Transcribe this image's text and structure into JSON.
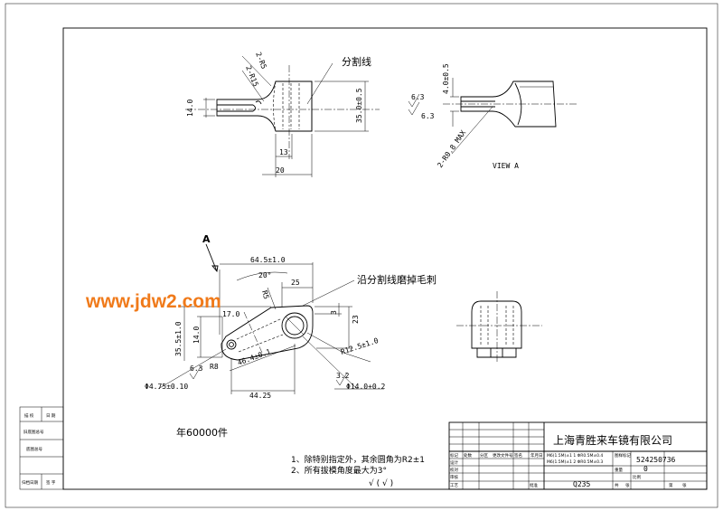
{
  "company": "上海青胜来车镜有限公司",
  "drawing_number": "524250736",
  "material": "Q235",
  "quantity_note": "年60000件",
  "scale_value": "0",
  "watermark": "www.jdw2.com",
  "notes": [
    "1、除特别指定外，其余圆角为R2±1",
    "2、所有拔模角度最大为3°"
  ],
  "surface_symbol": "√ ( √ )",
  "labels": {
    "parting_line": "分割线",
    "deburr_note": "沿分割线磨掉毛刺",
    "view_a": "VIEW A",
    "view_marker": "A"
  },
  "side_stamp": [
    "描 校",
    "日 期",
    "旧底图总号",
    "底图总号",
    "归档日期",
    "签 字"
  ],
  "dimensions": {
    "top": [
      "2-R5",
      "2-R15",
      "14.0",
      "35.0±0.5",
      "13",
      "20"
    ],
    "right": [
      "6.3",
      "4.0±0.5",
      "6.3",
      "2-R0.8 MAX"
    ],
    "main": [
      "64.5±1.0",
      "20°",
      "25",
      "R5",
      "17.0",
      "3",
      "23",
      "35.5±1.0",
      "14.0",
      "R8",
      "46.4±0.1",
      "R12.5±1.0",
      "Φ4.75±0.10",
      "6.3",
      "44.25",
      "3.2",
      "Φ14.0+0.2"
    ]
  },
  "title_block": {
    "row_labels": [
      "设计",
      "校对",
      "审核",
      "工艺",
      "批准"
    ],
    "col_labels": [
      "标记",
      "处数",
      "分区",
      "更改文件号",
      "签名",
      "年月日"
    ],
    "right_labels": [
      "图样标记",
      "重量",
      "比例",
      "共",
      "张",
      "第",
      "张"
    ],
    "spec_lines": [
      "M6(1.5M)±1  1 ΦR0.5M±0.4",
      "M6(1.5M)±1  2 ΦR0.5M±0.3"
    ]
  }
}
